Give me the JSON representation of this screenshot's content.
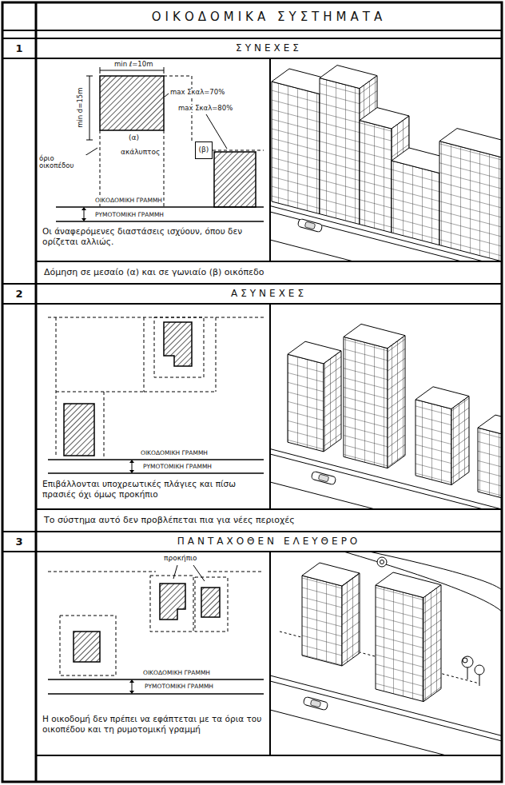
{
  "diagram": {
    "title": "ΟΙΚΟΔΟΜΙΚΑ ΣΥΣΤΗΜΑΤΑ",
    "nodes": [
      {
        "text": [
          "1"
        ]
      },
      {
        "text": [
          "ΣΥΝΕΧΕΣ"
        ]
      },
      {
        "text": [
          "Οι άναφερόμενες διαστάσεις ισχύουν, όπου δεν ορίζεται αλλιώς."
        ]
      },
      {
        "text": [
          "(β)"
        ],
        "in": 2
      },
      {
        "text": [
          "Δόμηση σε μεσαίο (α) και σε γωνιαίο (β) οικόπεδο"
        ]
      },
      {
        "text": [
          "2"
        ]
      },
      {
        "text": [
          "ΑΣΥΝΕΧΕΣ"
        ]
      },
      {
        "text": [
          "Επιβάλλονται υποχρεωτικές πλάγιες και πίσω πρασιές όχι όμως προκήπιο"
        ]
      },
      {
        "text": [
          "Το σύστημα αυτό δεν προβλέπεται πια για νέες περιοχές"
        ]
      },
      {
        "text": [
          "3"
        ]
      },
      {
        "text": [
          "ΠΑΝΤΑΧΟΘΕΝ ΕΛΕΥΘΕΡΟ"
        ]
      },
      {
        "text": [
          "Η οικοδομή δεν πρέπει να εφάπτεται με τα όρια του οικοπέδου και τη ρυμοτομική γραμμή"
        ]
      }
    ],
    "labels": [
      "min ℓ=10m",
      "min d=15m",
      "max Σκαλ=70%",
      "max Σκαλ=80%",
      "(α)",
      "ακάλυπτος",
      "όριο οικοπέδου",
      "ΟΙΚΟΔΟΜΙΚΗ ΓΡΑΜΜΗ",
      "ΡΥΜΟΤΟΜΙΚΗ ΓΡΑΜΜΗ",
      "ΟΙΚΟΔΟΜΙΚΗ ΓΡΑΜΜΗ",
      "ΡΥΜΟΤΟΜΙΚΗ ΓΡΑΜΜΗ",
      "προκήπιο",
      "ΟΙΚΟΔΟΜΙΚΗ ΓΡΑΜΜΗ",
      "ΡΥΜΟΤΟΜΙΚΗ ΓΡΑΜΜΗ"
    ]
  }
}
